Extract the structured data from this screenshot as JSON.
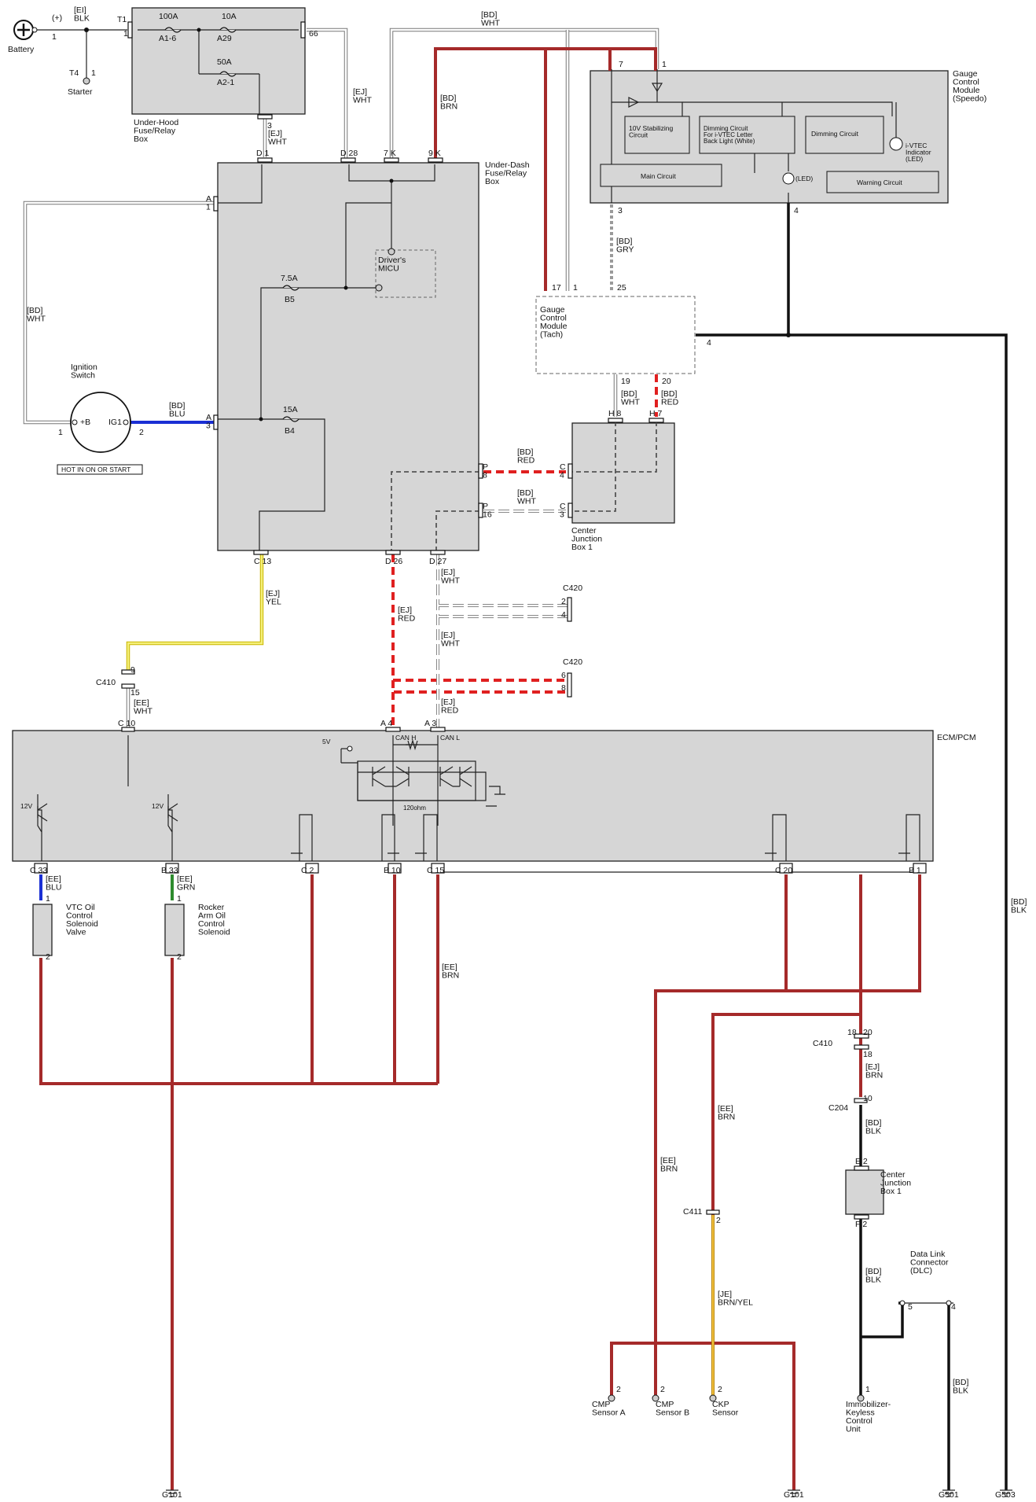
{
  "battery": {
    "label": "Battery",
    "pin": "1",
    "polarity": "(+)",
    "wire": "[EI]\nBLK"
  },
  "starter": {
    "label": "Starter",
    "terminal": "T4",
    "pin": "1"
  },
  "under_hood_box": {
    "label": "Under-Hood\nFuse/Relay\nBox",
    "terminal": "T1",
    "pin_in": "1",
    "pin_66": "66",
    "pin_3": "3",
    "fuses": [
      {
        "rating": "100A",
        "name": "A1-6"
      },
      {
        "rating": "10A",
        "name": "A29"
      },
      {
        "rating": "50A",
        "name": "A2-1"
      }
    ]
  },
  "under_dash_box": {
    "label": "Under-Dash\nFuse/Relay\nBox",
    "pins": {
      "d1": "D 1",
      "d28": "D 28",
      "k7": "7 K",
      "k9": "9 K",
      "a1": "A\n1",
      "a3": "A\n3",
      "p8": "P\n8",
      "p16": "P\n16",
      "c13": "C 13",
      "d26": "D 26",
      "d27": "D 27"
    },
    "fuses": [
      {
        "rating": "7.5A",
        "name": "B5"
      },
      {
        "rating": "15A",
        "name": "B4"
      }
    ],
    "micu": "Driver's\nMICU"
  },
  "ignition_switch": {
    "label": "Ignition\nSwitch",
    "term_b": "+B",
    "term_ig": "IG1",
    "pin1": "1",
    "pin2": "2",
    "note": "HOT IN ON OR START"
  },
  "gauge_speedo": {
    "label": "Gauge\nControl\nModule\n(Speedo)",
    "pins": {
      "p7": "7",
      "p1": "1",
      "p3": "3",
      "p4": "4"
    },
    "circuits": {
      "stab": "10V Stabilizing\nCircuit",
      "dim_vtec": "Dimming Circuit\nFor i-VTEC Letter\nBack Light (White)",
      "dim": "Dimming Circuit",
      "main": "Main Circuit",
      "warn": "Warning Circuit",
      "led": "(LED)",
      "vtec_ind": "i-VTEC\nIndicator\n(LED)"
    }
  },
  "gauge_tach": {
    "label": "Gauge\nControl\nModule\n(Tach)",
    "pins": {
      "p17": "17",
      "p1": "1",
      "p25": "25",
      "p4": "4",
      "p19": "19",
      "p20": "20"
    }
  },
  "center_junction_top": {
    "label": "Center\nJunction\nBox 1",
    "pins": {
      "h8": "H 8",
      "h7": "H 7",
      "c4": "C\n4",
      "c3": "C\n3"
    }
  },
  "center_junction_bottom": {
    "label": "Center\nJunction\nBox 1",
    "e2": "E 2",
    "f2": "F 2"
  },
  "connectors": {
    "c420a": {
      "name": "C420",
      "pins": [
        "2",
        "4"
      ]
    },
    "c420b": {
      "name": "C420",
      "pins": [
        "6",
        "8"
      ]
    },
    "c410a": {
      "name": "C410",
      "pins": [
        "9",
        "15"
      ]
    },
    "c410b": {
      "name": "C410",
      "pins": [
        "18",
        "20",
        "18"
      ]
    },
    "c204": {
      "name": "C204",
      "pin": "10"
    },
    "c411": {
      "name": "C411",
      "pin": "2"
    }
  },
  "ecm": {
    "label": "ECM/PCM",
    "can_h": "CAN H",
    "can_l": "CAN L",
    "resistor": "120ohm",
    "v5": "5V",
    "v12": "12V",
    "pins": {
      "c10": "C 10",
      "a4": "A 4",
      "a3": "A 3",
      "c33": "C 33",
      "b33": "B 33",
      "c2": "C 2",
      "b10": "B 10",
      "c15": "C 15",
      "c20": "C 20",
      "b1": "B 1"
    }
  },
  "wires": {
    "bd_wht_top": "[BD]\nWHT",
    "ej_wht_a": "[EJ]\nWHT",
    "bd_brn": "[BD]\nBRN",
    "ej_wht_b": "[EJ]\nWHT",
    "bd_wht_left": "[BD]\nWHT",
    "bd_blu": "[BD]\nBLU",
    "bd_gry": "[BD]\nGRY",
    "bd_wht_h8": "[BD]\nWHT",
    "bd_red_h7": "[BD]\nRED",
    "bd_red_p8": "[BD]\nRED",
    "bd_wht_p16": "[BD]\nWHT",
    "ej_yel": "[EJ]\nYEL",
    "ej_wht_d27": "[EJ]\nWHT",
    "ej_red_d26": "[EJ]\nRED",
    "ej_wht_c420": "[EJ]\nWHT",
    "ej_red_a4": "[EJ]\nRED",
    "ee_wht": "[EE]\nWHT",
    "ee_blu": "[EE]\nBLU",
    "ee_grn": "[EE]\nGRN",
    "ee_brn_mid": "[EE]\nBRN",
    "bd_blk_right": "[BD]\nBLK",
    "ej_brn": "[EJ]\nBRN",
    "bd_blk_c204": "[BD]\nBLK",
    "ee_brn_a": "[EE]\nBRN",
    "ee_brn_b": "[EE]\nBRN",
    "je_brn_yel": "[JE]\nBRN/YEL",
    "bd_blk_imm": "[BD]\nBLK",
    "bd_blk_dlc": "[BD]\nBLK"
  },
  "components": {
    "vtc": {
      "label": "VTC Oil\nControl\nSolenoid\nValve",
      "pin1": "1",
      "pin2": "2"
    },
    "rocker": {
      "label": "Rocker\nArm Oil\nControl\nSolenoid",
      "pin1": "1",
      "pin2": "2"
    },
    "cmp_a": {
      "label": "CMP\nSensor A",
      "pin": "2"
    },
    "cmp_b": {
      "label": "CMP\nSensor B",
      "pin": "2"
    },
    "ckp": {
      "label": "CKP\nSensor",
      "pin": "2"
    },
    "immobilizer": {
      "label": "Immobilizer-\nKeyless\nControl\nUnit",
      "pin": "1"
    },
    "dlc": {
      "label": "Data Link\nConnector\n(DLC)",
      "pin5": "5",
      "pin4": "4"
    }
  },
  "grounds": {
    "g101_left": "G101",
    "g101_right": "G101",
    "g501": "G501",
    "g503": "G503"
  }
}
